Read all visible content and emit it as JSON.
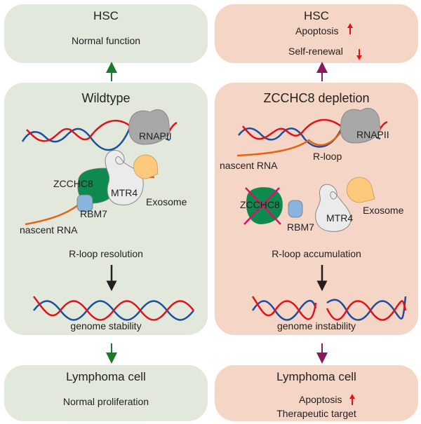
{
  "left": {
    "hsc": {
      "title": "HSC",
      "line1": "Normal function"
    },
    "main": {
      "title": "Wildtype",
      "labels": {
        "rnapii": "RNAPII",
        "zcchc8": "ZCCHC8",
        "mtr4": "MTR4",
        "exosome": "Exosome",
        "rbm7": "RBM7",
        "nascent_rna": "nascent RNA"
      },
      "process": "R-loop resolution",
      "outcome": "genome stability"
    },
    "lymphoma": {
      "title": "Lymphoma cell",
      "line1": "Normal proliferation"
    },
    "arrow_color": "#1a7a2a"
  },
  "right": {
    "hsc": {
      "title": "HSC",
      "line1": "Apoptosis",
      "line1_trend": "up",
      "line2": "Self-renewal",
      "line2_trend": "down"
    },
    "main": {
      "title": "ZCCHC8 depletion",
      "labels": {
        "rnapii": "RNAPII",
        "rloop": "R-loop",
        "nascent_rna": "nascent RNA",
        "zcchc8": "ZCCHC8",
        "rbm7": "RBM7",
        "mtr4": "MTR4",
        "exosome": "Exosome"
      },
      "process": "R-loop accumulation",
      "outcome": "genome instability"
    },
    "lymphoma": {
      "title": "Lymphoma cell",
      "line1": "Apoptosis",
      "line1_trend": "up",
      "line2": "Therapeutic target"
    },
    "arrow_color": "#8b1a5a"
  },
  "colors": {
    "green_bg": "#e2e8dc",
    "pink_bg": "#f5d5c5",
    "dna_red": "#e0121a",
    "dna_blue": "#1a4fa0",
    "rna_orange": "#e8620e",
    "zcchc8_green": "#0f8a4e",
    "rbm7_blue": "#8ab4de",
    "mtr4_gray": "#ebebeb",
    "rnapii_gray": "#a8a8a8",
    "exosome_yellow": "#fdc97a",
    "trend_red": "#e0121a",
    "cross_magenta": "#d4126a"
  }
}
